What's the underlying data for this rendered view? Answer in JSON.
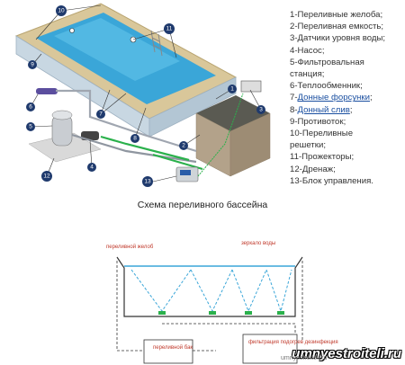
{
  "legend": [
    {
      "text": "1-Переливные желоба;",
      "link": false
    },
    {
      "text": "2-Переливная емкость;",
      "link": false
    },
    {
      "text": "3-Датчики уровня воды;",
      "link": false
    },
    {
      "text": "4-Насос;",
      "link": false
    },
    {
      "text": "5-Фильтровальная",
      "link": false
    },
    {
      "text": "станция;",
      "link": false
    },
    {
      "text": "6-Теплообменник;",
      "link": false
    },
    {
      "text": "7-",
      "link_text": "Донные форсунки",
      "suffix": ";",
      "link": true
    },
    {
      "text": "8-",
      "link_text": "Донный слив",
      "suffix": ";",
      "link": true
    },
    {
      "text": "9-Противоток;",
      "link": false
    },
    {
      "text": "10-Переливные",
      "link": false
    },
    {
      "text": "решетки;",
      "link": false
    },
    {
      "text": "11-Прожекторы;",
      "link": false
    },
    {
      "text": "12-Дренаж;",
      "link": false
    },
    {
      "text": "13-Блок управления.",
      "link": false
    }
  ],
  "caption": "Схема переливного бассейна",
  "callouts": [
    "1",
    "2",
    "3",
    "4",
    "5",
    "6",
    "7",
    "8",
    "9",
    "10",
    "11",
    "12",
    "13"
  ],
  "scheme": {
    "label_gutter": "переливной желоб",
    "label_mirror": "зеркало воды",
    "box_tank": "переливной бак",
    "box_filter": "фильтрация подогрев дезинфекция"
  },
  "watermark": "umnyestroiteli.ru",
  "watermark2": "umnyestroiteli.ru"
}
